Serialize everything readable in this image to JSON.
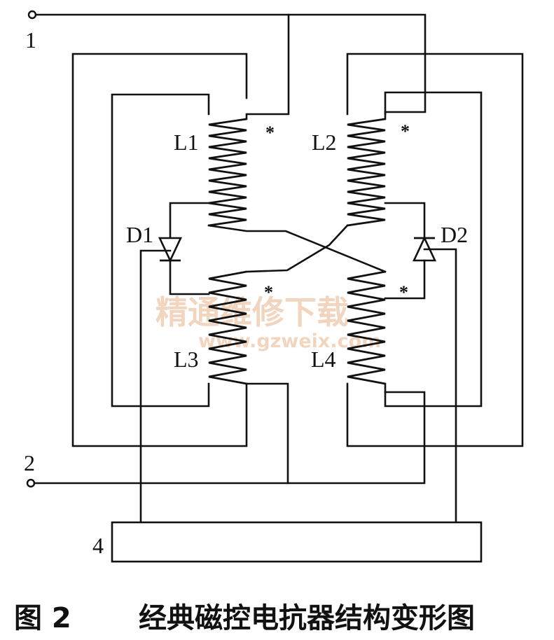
{
  "terminals": {
    "t1": "1",
    "t2": "2"
  },
  "coils": {
    "l1": "L1",
    "l2": "L2",
    "l3": "L3",
    "l4": "L4"
  },
  "diodes": {
    "d1": "D1",
    "d2": "D2"
  },
  "block_label": "4",
  "polarity_mark": "*",
  "watermark": {
    "title": "精通维修下载",
    "url": "www.gzweix.com"
  },
  "caption": {
    "figure": "图 2",
    "title": "经典磁控电抗器结构变形图"
  }
}
